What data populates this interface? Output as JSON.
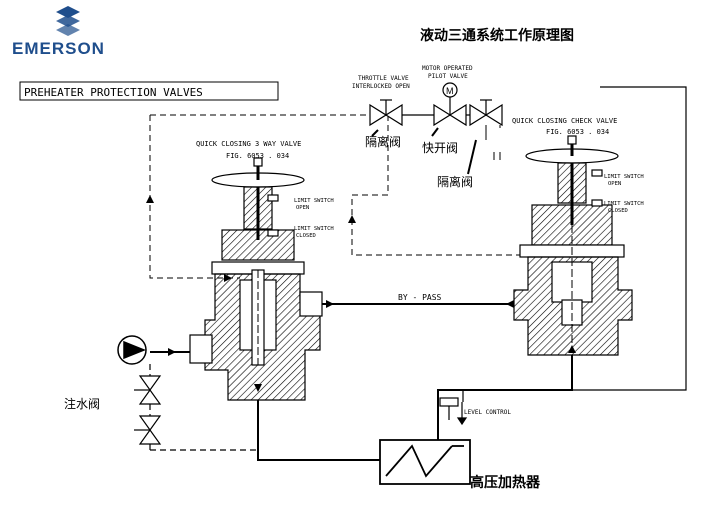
{
  "brand": {
    "logo_text": "EMERSON",
    "accent_color": "#1f4e8c"
  },
  "title": "液动三通系统工作原理图",
  "section_label": "PREHEATER PROTECTION VALVES",
  "valves": {
    "three_way": {
      "name": "QUICK CLOSING 3 WAY VALVE",
      "fig": "FIG. 6053 . 034",
      "limit_open": [
        "LIMIT SWITCH",
        "OPEN"
      ],
      "limit_closed": [
        "LIMIT SWITCH",
        "CLOSED"
      ]
    },
    "check": {
      "name": "QUICK CLOSING CHECK VALVE",
      "fig": "FIG. 6053 . 034",
      "limit_open": [
        "LIMIT SWITCH",
        "OPEN"
      ],
      "limit_closed": [
        "LIMIT SWITCH",
        "CLOSED"
      ]
    }
  },
  "throttle_valve": [
    "THROTTLE VALVE",
    "INTERLOCKED OPEN"
  ],
  "pilot_valve": [
    "MOTOR OPERATED",
    "PILOT VALVE"
  ],
  "motor_symbol": "M",
  "bypass_label": "BY - PASS",
  "level_control_label": "LEVEL CONTROL",
  "cn_labels": {
    "isolation_1": "隔离阀",
    "fast_open": "快开阀",
    "isolation_2": "隔离阀",
    "water_injection": "注水阀",
    "hp_heater": "高压加热器"
  }
}
